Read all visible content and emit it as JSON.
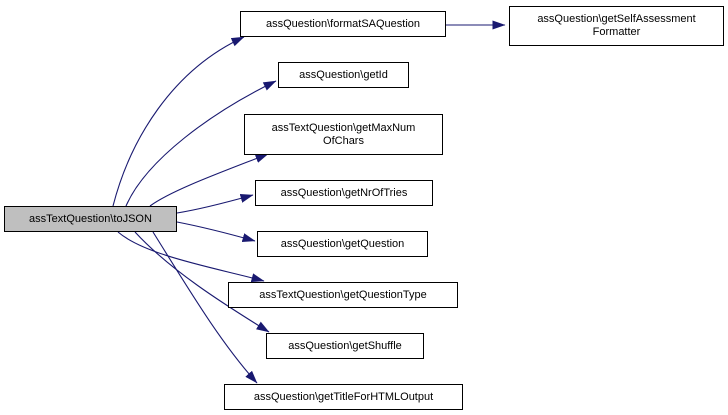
{
  "diagram": {
    "type": "doxygen-call-graph",
    "colors": {
      "background": "#ffffff",
      "edge": "#191970",
      "node_border": "#000000",
      "node_fill": "#ffffff",
      "highlight_fill": "#bfbfbf",
      "text": "#000000"
    },
    "nodes": [
      {
        "id": "toJSON",
        "lines": [
          "assTextQuestion\\toJSON"
        ],
        "highlighted": true
      },
      {
        "id": "formatSAQuestion",
        "lines": [
          "assQuestion\\formatSAQuestion"
        ],
        "highlighted": false
      },
      {
        "id": "getSelfAssessmentFormatter",
        "lines": [
          "assQuestion\\getSelfAssessment",
          "Formatter"
        ],
        "highlighted": false
      },
      {
        "id": "getId",
        "lines": [
          "assQuestion\\getId"
        ],
        "highlighted": false
      },
      {
        "id": "getMaxNumOfChars",
        "lines": [
          "assTextQuestion\\getMaxNum",
          "OfChars"
        ],
        "highlighted": false
      },
      {
        "id": "getNrOfTries",
        "lines": [
          "assQuestion\\getNrOfTries"
        ],
        "highlighted": false
      },
      {
        "id": "getQuestion",
        "lines": [
          "assQuestion\\getQuestion"
        ],
        "highlighted": false
      },
      {
        "id": "getQuestionType",
        "lines": [
          "assTextQuestion\\getQuestionType"
        ],
        "highlighted": false
      },
      {
        "id": "getShuffle",
        "lines": [
          "assQuestion\\getShuffle"
        ],
        "highlighted": false
      },
      {
        "id": "getTitleForHTMLOutput",
        "lines": [
          "assQuestion\\getTitleForHTMLOutput"
        ],
        "highlighted": false
      }
    ],
    "edges": [
      {
        "from": "toJSON",
        "to": "formatSAQuestion"
      },
      {
        "from": "toJSON",
        "to": "getId"
      },
      {
        "from": "toJSON",
        "to": "getMaxNumOfChars"
      },
      {
        "from": "toJSON",
        "to": "getNrOfTries"
      },
      {
        "from": "toJSON",
        "to": "getQuestion"
      },
      {
        "from": "toJSON",
        "to": "getQuestionType"
      },
      {
        "from": "toJSON",
        "to": "getShuffle"
      },
      {
        "from": "toJSON",
        "to": "getTitleForHTMLOutput"
      },
      {
        "from": "formatSAQuestion",
        "to": "getSelfAssessmentFormatter"
      }
    ]
  }
}
